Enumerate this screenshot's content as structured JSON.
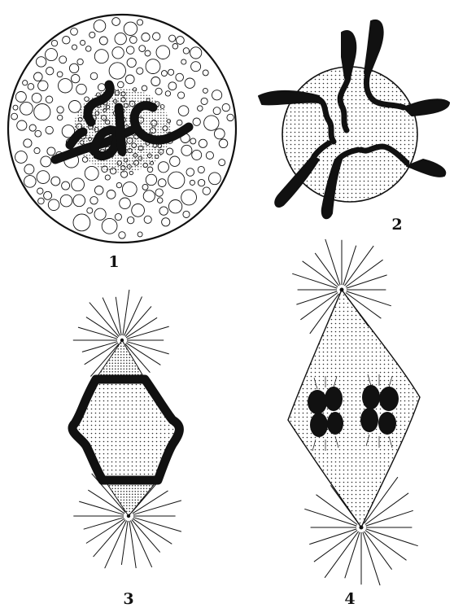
{
  "figure": {
    "panels": [
      {
        "label": "1"
      },
      {
        "label": "2"
      },
      {
        "label": "3"
      },
      {
        "label": "4"
      }
    ]
  },
  "colors": {
    "ink": "#111111",
    "paper": "#ffffff",
    "stipple": "#2a2a2a"
  }
}
